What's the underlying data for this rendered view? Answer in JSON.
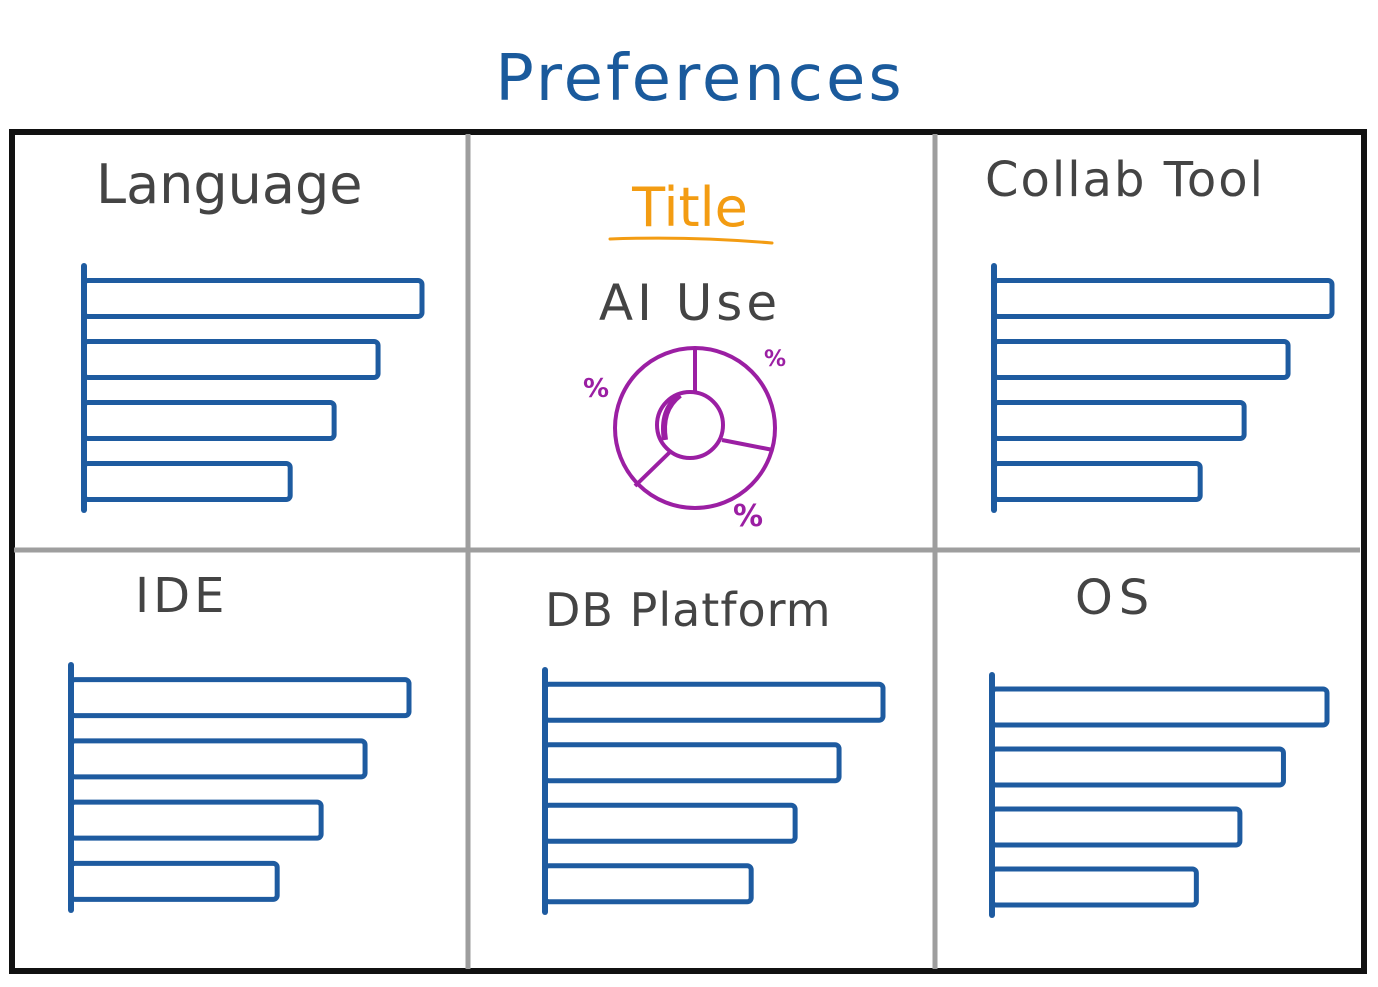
{
  "page_title": "Preferences",
  "colors": {
    "title": "#1a5a9c",
    "bar": "#1e5ba0",
    "frame": "#111111",
    "divider": "#9e9e9e",
    "panel_text": "#444444",
    "accent": "#f39c12",
    "donut": "#9b1fa3"
  },
  "panels": [
    {
      "title": "Language"
    },
    {
      "title": "Collab Tool"
    },
    {
      "title": "IDE"
    },
    {
      "title": "DB Platform"
    },
    {
      "title": "OS"
    }
  ],
  "center": {
    "heading": "Title",
    "subtitle": "AI Use",
    "percent_labels": [
      "%",
      "%",
      "%"
    ]
  },
  "chart_data": [
    {
      "type": "bar",
      "title": "Language",
      "values": [
        100,
        87,
        74,
        61
      ]
    },
    {
      "type": "bar",
      "title": "Collab Tool",
      "values": [
        100,
        87,
        74,
        61
      ]
    },
    {
      "type": "bar",
      "title": "IDE",
      "values": [
        100,
        87,
        74,
        61
      ]
    },
    {
      "type": "bar",
      "title": "DB Platform",
      "values": [
        100,
        87,
        74,
        61
      ]
    },
    {
      "type": "bar",
      "title": "OS",
      "values": [
        100,
        87,
        74,
        61
      ]
    },
    {
      "type": "pie",
      "title": "AI Use",
      "slices": 3,
      "donut": true
    }
  ]
}
